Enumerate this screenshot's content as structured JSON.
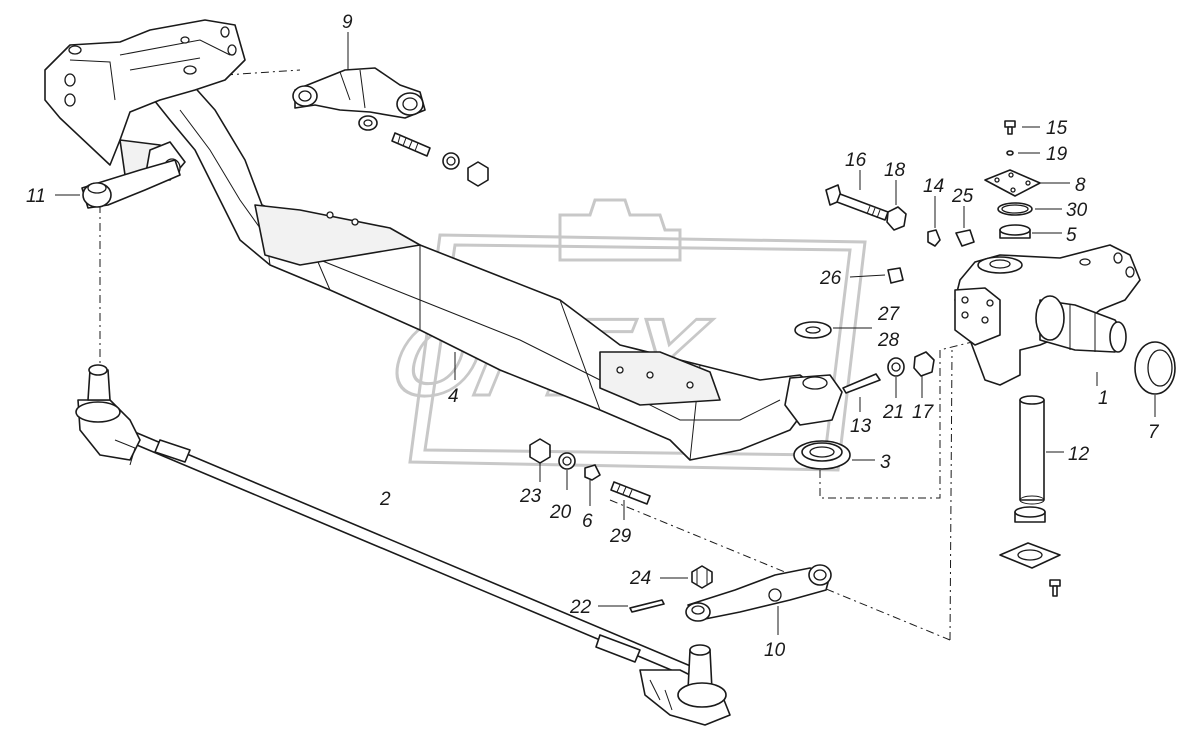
{
  "watermark": {
    "text": "OPEX"
  },
  "callouts": {
    "c1": "1",
    "c2": "2",
    "c3": "3",
    "c4": "4",
    "c5": "5",
    "c6": "6",
    "c7": "7",
    "c8": "8",
    "c9": "9",
    "c10": "10",
    "c11": "11",
    "c12": "12",
    "c13": "13",
    "c14": "14",
    "c15": "15",
    "c16": "16",
    "c17": "17",
    "c18": "18",
    "c19": "19",
    "c20": "20",
    "c21": "21",
    "c22": "22",
    "c23": "23",
    "c24": "24",
    "c25": "25",
    "c26": "26",
    "c27": "27",
    "c28": "28",
    "c29": "29",
    "c30": "30"
  }
}
